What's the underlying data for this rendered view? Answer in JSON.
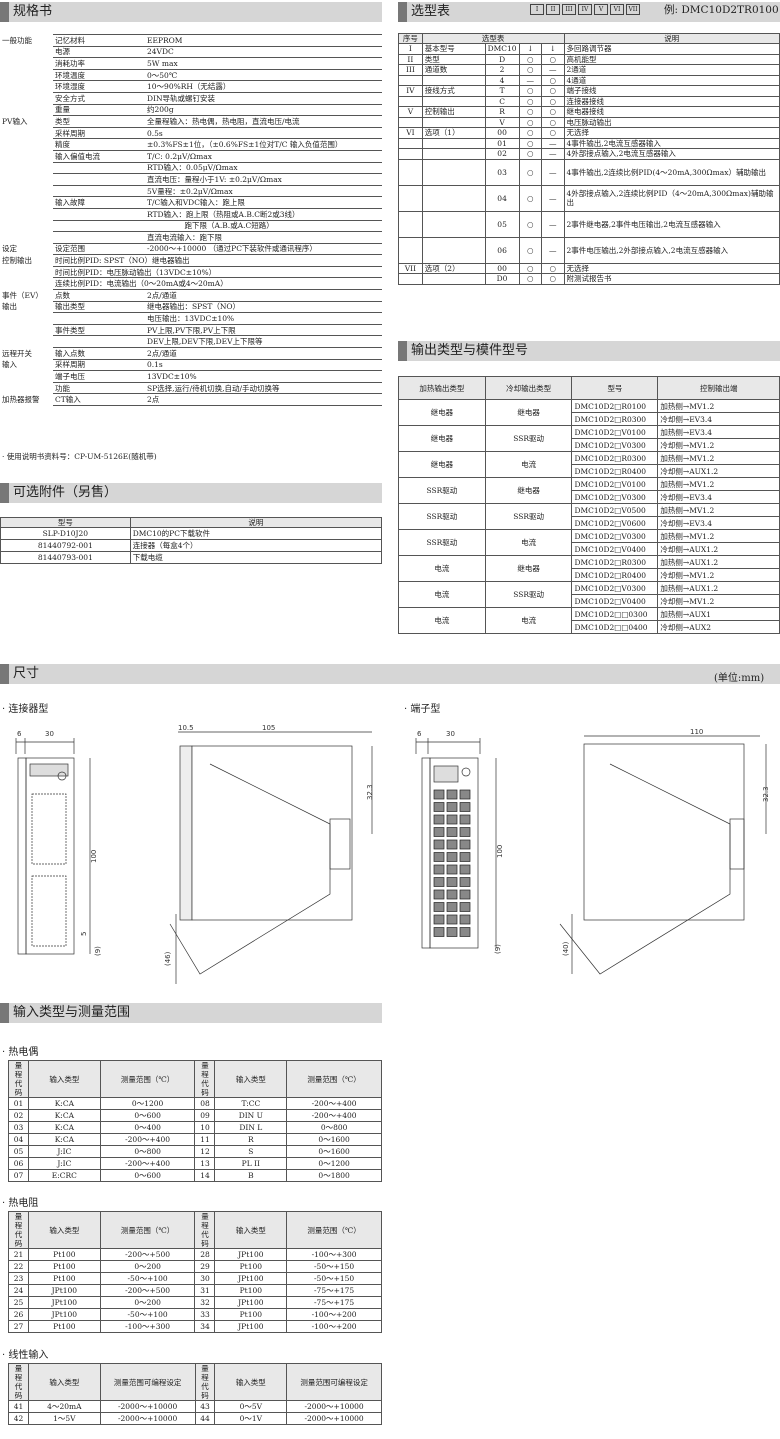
{
  "sections": {
    "spec": "规格书",
    "select": "选型表",
    "accessories": "可选附件（另售）",
    "output": "输出类型与模件型号",
    "dimensions": "尺寸",
    "input": "输入类型与测量范围"
  },
  "select_boxes": [
    "I",
    "II",
    "III",
    "IV",
    "V",
    "VI",
    "VII"
  ],
  "select_example": "例: DMC10D2TR0100",
  "unit_label": "(单位:mm)",
  "spec_rows": [
    [
      "一般功能",
      "记忆材料",
      "EEPROM"
    ],
    [
      "",
      "电源",
      "24VDC"
    ],
    [
      "",
      "消耗功率",
      "5W max"
    ],
    [
      "",
      "环境温度",
      "0～50℃"
    ],
    [
      "",
      "环境湿度",
      "10～90%RH（无结露）"
    ],
    [
      "",
      "安全方式",
      "DIN导轨或螺钉安装"
    ],
    [
      "",
      "重量",
      "约200g"
    ],
    [
      "PV输入",
      "类型",
      "全量程输入：热电偶，热电阻，直流电压/电流"
    ],
    [
      "",
      "采样周期",
      "0.5s"
    ],
    [
      "",
      "精度",
      "±0.3%FS±1位，（±0.6%FS±1位对T/C 输入负值范围）"
    ],
    [
      "",
      "输入偏值电流",
      "T/C: 0.2μV/Ωmax"
    ],
    [
      "",
      "",
      "RTD输入：0.05μV/Ωmax"
    ],
    [
      "",
      "",
      "直流电压：量程小于1V: ±0.2μV/Ωmax"
    ],
    [
      "",
      "",
      "5V量程：±0.2μV/Ωmax"
    ],
    [
      "",
      "输入故障",
      "T/C输入和VDC输入：跑上限"
    ],
    [
      "",
      "",
      "RTD输入：跑上限（热阻或A.B.C断2或3线）"
    ],
    [
      "",
      "",
      "　　　　　跑下限（A.B.或A.C短路）"
    ],
    [
      "",
      "",
      "直流电流输入：跑下限"
    ],
    [
      "设定",
      "设定范围",
      "-2000～+10000 （通过PC下装软件或通讯程序）"
    ],
    [
      "控制输出",
      "时间比例PID: SPST（NO）继电器输出",
      ""
    ],
    [
      "",
      "时间比例PID：电压脉动输出（13VDC±10%）",
      ""
    ],
    [
      "",
      "连续比例PID：电流输出（0～20mA或4～20mA）",
      ""
    ],
    [
      "事件（EV）",
      "点数",
      "2点/通道"
    ],
    [
      "输出",
      "输出类型",
      "继电器输出：SPST（NO）"
    ],
    [
      "",
      "",
      "电压输出：13VDC±10%"
    ],
    [
      "",
      "事件类型",
      "PV上限,PV下限,PV上下限"
    ],
    [
      "",
      "",
      "DEV上限,DEV下限,DEV上下限等"
    ],
    [
      "远程开关",
      "输入点数",
      "2点/通道"
    ],
    [
      "输入",
      "采样周期",
      "0.1s"
    ],
    [
      "",
      "端子电压",
      "13VDC±10%"
    ],
    [
      "",
      "功能",
      "SP选择,运行/待机切换,自动/手动切换等"
    ],
    [
      "加热器报警",
      "CT输入",
      "2点"
    ]
  ],
  "spec_note": "· 使用说明书资料号：CP-UM-5126E(随机带)",
  "acc_headers": [
    "型号",
    "说明"
  ],
  "acc_rows": [
    [
      "SLP-D10J20",
      "DMC10的PC下载软件"
    ],
    [
      "81440792-001",
      "连接器（每盒4个）"
    ],
    [
      "81440793-001",
      "下载电缆"
    ]
  ],
  "sel_headers": [
    "序号",
    "选型表",
    "说明"
  ],
  "sel_rows": [
    [
      "I",
      "基本型号",
      "DMC10",
      "↓",
      "↓",
      "多回路调节器"
    ],
    [
      "II",
      "类型",
      "D",
      "○",
      "○",
      "高机能型"
    ],
    [
      "III",
      "通道数",
      "2",
      "○",
      "—",
      "2通道"
    ],
    [
      "",
      "",
      "4",
      "—",
      "○",
      "4通道"
    ],
    [
      "IV",
      "接线方式",
      "T",
      "○",
      "○",
      "端子接线"
    ],
    [
      "",
      "",
      "C",
      "○",
      "○",
      "连接器接线"
    ],
    [
      "V",
      "控制输出",
      "R",
      "○",
      "○",
      "继电器接线"
    ],
    [
      "",
      "",
      "V",
      "○",
      "○",
      "电压脉动输出"
    ],
    [
      "VI",
      "选项（1）",
      "00",
      "○",
      "○",
      "无选择"
    ],
    [
      "",
      "",
      "01",
      "○",
      "—",
      "4事件输出,2电流互感器输入"
    ],
    [
      "",
      "",
      "02",
      "○",
      "—",
      "4外部接点输入,2电流互感器输入"
    ],
    [
      "",
      "",
      "03",
      "○",
      "—",
      "4事件输出,2连续比例PID(4～20mA,300Ωmax）辅助输出"
    ],
    [
      "",
      "",
      "04",
      "○",
      "—",
      "4外部接点输入,2连续比例PID（4～20mA,300Ωmax)辅助输出"
    ],
    [
      "",
      "",
      "05",
      "○",
      "—",
      "2事件继电器,2事件电压输出,2电流互感器输入"
    ],
    [
      "",
      "",
      "06",
      "○",
      "—",
      "2事件电压输出,2外部接点输入,2电流互感器输入"
    ],
    [
      "VII",
      "选项（2）",
      "00",
      "○",
      "○",
      "无选择"
    ],
    [
      "",
      "",
      "D0",
      "○",
      "○",
      "附测试报告书"
    ]
  ],
  "out_headers": [
    "加热输出类型",
    "冷却输出类型",
    "型号",
    "控制输出端"
  ],
  "out_rows": [
    [
      "继电器",
      "继电器",
      "DMC10D2□R0100",
      "加热侧→MV1.2",
      "DMC10D2□R0300",
      "冷却侧→EV3.4"
    ],
    [
      "继电器",
      "SSR驱动",
      "DMC10D2□V0100",
      "加热侧→EV3.4",
      "DMC10D2□V0300",
      "冷却侧→MV1.2"
    ],
    [
      "继电器",
      "电流",
      "DMC10D2□R0300",
      "加热侧→MV1.2",
      "DMC10D2□R0400",
      "冷却侧→AUX1.2"
    ],
    [
      "SSR驱动",
      "继电器",
      "DMC10D2□V0100",
      "加热侧→MV1.2",
      "DMC10D2□V0300",
      "冷却侧→EV3.4"
    ],
    [
      "SSR驱动",
      "SSR驱动",
      "DMC10D2□V0500",
      "加热侧→MV1.2",
      "DMC10D2□V0600",
      "冷却侧→EV3.4"
    ],
    [
      "SSR驱动",
      "电流",
      "DMC10D2□V0300",
      "加热侧→MV1.2",
      "DMC10D2□V0400",
      "冷却侧→AUX1.2"
    ],
    [
      "电流",
      "继电器",
      "DMC10D2□R0300",
      "加热侧→AUX1.2",
      "DMC10D2□R0400",
      "冷却侧→MV1.2"
    ],
    [
      "电流",
      "SSR驱动",
      "DMC10D2□V0300",
      "加热侧→AUX1.2",
      "DMC10D2□V0400",
      "冷却侧→MV1.2"
    ],
    [
      "电流",
      "电流",
      "DMC10D2□□0300",
      "加热侧→AUX1",
      "DMC10D2□□0400",
      "冷却侧→AUX2"
    ]
  ],
  "dim_labels": {
    "connector": "· 连接器型",
    "terminal": "· 端子型",
    "d30a": "30",
    "d6a": "6",
    "d105": "105",
    "d10_5": "10.5",
    "d32_3a": "32.3",
    "d100a": "100",
    "d5": "5",
    "d9a": "(9)",
    "d46": "(46)",
    "d30b": "30",
    "d6b": "6",
    "d110": "110",
    "d32_3b": "32.3",
    "d100b": "100",
    "d9b": "(9)",
    "d40": "(40)"
  },
  "input_subs": {
    "tc": "· 热电偶",
    "rtd": "· 热电阻",
    "linear": "· 线性输入"
  },
  "in_headers": [
    "量程代码",
    "输入类型",
    "测量范围（℃）",
    "量程代码",
    "输入类型",
    "测量范围（℃）"
  ],
  "lin_headers": [
    "量程代码",
    "输入类型",
    "测量范围可编程设定",
    "量程代码",
    "输入类型",
    "测量范围可编程设定"
  ],
  "tc_rows": [
    [
      "01",
      "K:CA",
      "0～1200",
      "08",
      "T:CC",
      "-200～+400"
    ],
    [
      "02",
      "K:CA",
      "0～600",
      "09",
      "DIN U",
      "-200～+400"
    ],
    [
      "03",
      "K:CA",
      "0～400",
      "10",
      "DIN L",
      "0～800"
    ],
    [
      "04",
      "K:CA",
      "-200～+400",
      "11",
      "R",
      "0～1600"
    ],
    [
      "05",
      "J:IC",
      "0～800",
      "12",
      "S",
      "0～1600"
    ],
    [
      "06",
      "J:IC",
      "-200～+400",
      "13",
      "PL II",
      "0～1200"
    ],
    [
      "07",
      "E:CRC",
      "0～600",
      "14",
      "B",
      "0～1800"
    ]
  ],
  "rtd_rows": [
    [
      "21",
      "Pt100",
      "-200～+500",
      "28",
      "JPt100",
      "-100～+300"
    ],
    [
      "22",
      "Pt100",
      "0～200",
      "29",
      "Pt100",
      "-50～+150"
    ],
    [
      "23",
      "Pt100",
      "-50～+100",
      "30",
      "JPt100",
      "-50～+150"
    ],
    [
      "24",
      "JPt100",
      "-200～+500",
      "31",
      "Pt100",
      "-75～+175"
    ],
    [
      "25",
      "JPt100",
      "0～200",
      "32",
      "JPt100",
      "-75～+175"
    ],
    [
      "26",
      "JPt100",
      "-50～+100",
      "33",
      "Pt100",
      "-100～+200"
    ],
    [
      "27",
      "Pt100",
      "-100～+300",
      "34",
      "JPt100",
      "-100～+200"
    ]
  ],
  "lin_rows": [
    [
      "41",
      "4～20mA",
      "-2000～+10000",
      "43",
      "0～5V",
      "-2000～+10000"
    ],
    [
      "42",
      "1～5V",
      "-2000～+10000",
      "44",
      "0～1V",
      "-2000～+10000"
    ]
  ]
}
